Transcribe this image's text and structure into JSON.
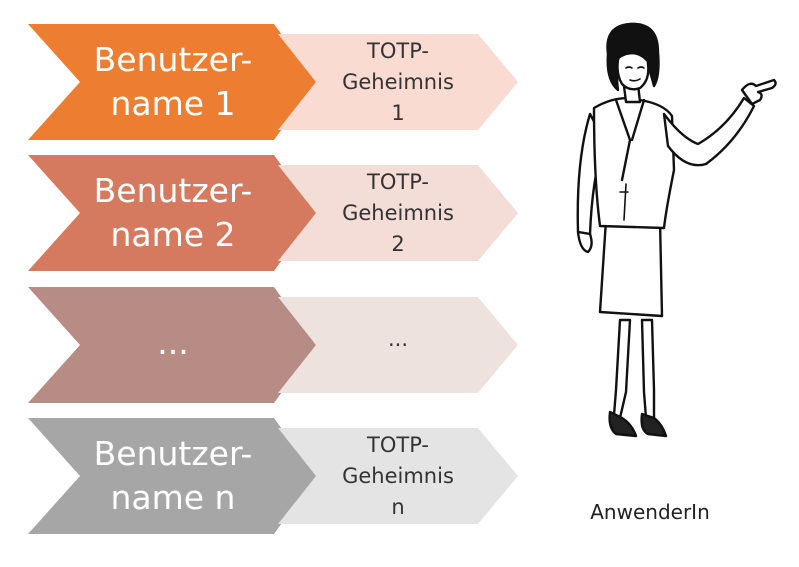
{
  "rows": [
    {
      "user_label": "Benutzer-\nname 1",
      "secret_label": "TOTP-\nGeheimnis\n1",
      "user_color": "#ED7D31",
      "secret_color": "#FADBD2"
    },
    {
      "user_label": "Benutzer-\nname 2",
      "secret_label": "TOTP-\nGeheimnis\n2",
      "user_color": "#D57A5E",
      "secret_color": "#F3DDD6"
    },
    {
      "user_label": "...",
      "secret_label": "...",
      "user_color": "#B78C84",
      "secret_color": "#EEE2DF"
    },
    {
      "user_label": "Benutzer-\nname n",
      "secret_label": "TOTP-\nGeheimnis\nn",
      "user_color": "#A6A6A6",
      "secret_color": "#E4E4E4"
    }
  ],
  "person": {
    "label": "AnwenderIn",
    "icon": "businesswoman-pointing-icon"
  }
}
